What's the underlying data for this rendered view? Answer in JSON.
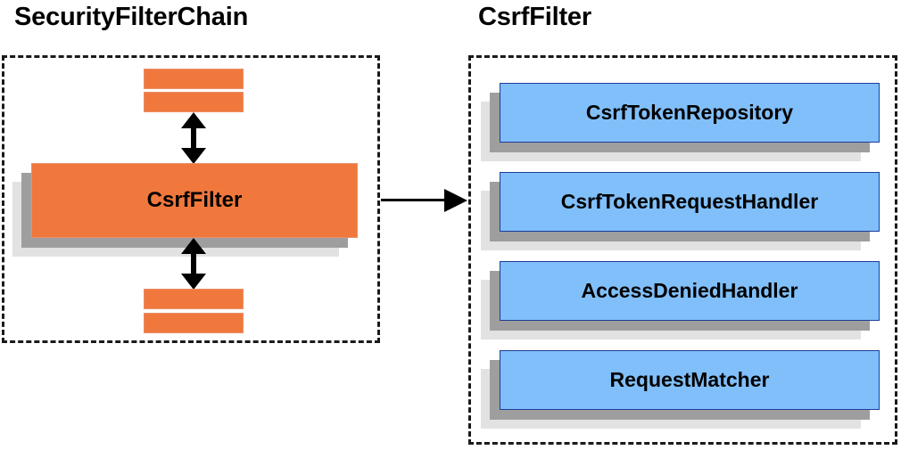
{
  "diagram": {
    "left_panel": {
      "title": "SecurityFilterChain",
      "top_bars": [
        "",
        ""
      ],
      "main_node": "CsrfFilter",
      "bottom_bars": [
        "",
        ""
      ],
      "arrows": [
        "double-headed-vertical-arrow-top",
        "double-headed-vertical-arrow-bottom"
      ]
    },
    "connector": {
      "name": "arrow-right",
      "from": "SecurityFilterChain.CsrfFilter",
      "to": "CsrfFilter"
    },
    "right_panel": {
      "title": "CsrfFilter",
      "nodes": [
        "CsrfTokenRepository",
        "CsrfTokenRequestHandler",
        "AccessDeniedHandler",
        "RequestMatcher"
      ]
    }
  },
  "colors": {
    "orange_fill": "#F0783C",
    "orange_border": "#E8906A",
    "blue_fill": "#80BFFA",
    "blue_border": "#1E3C96",
    "shadow_dark": "#9E9E9E",
    "shadow_light": "#E2E2E2",
    "dashed_border": "#1A1A1A",
    "text": "#000000",
    "background": "#FFFFFF"
  }
}
